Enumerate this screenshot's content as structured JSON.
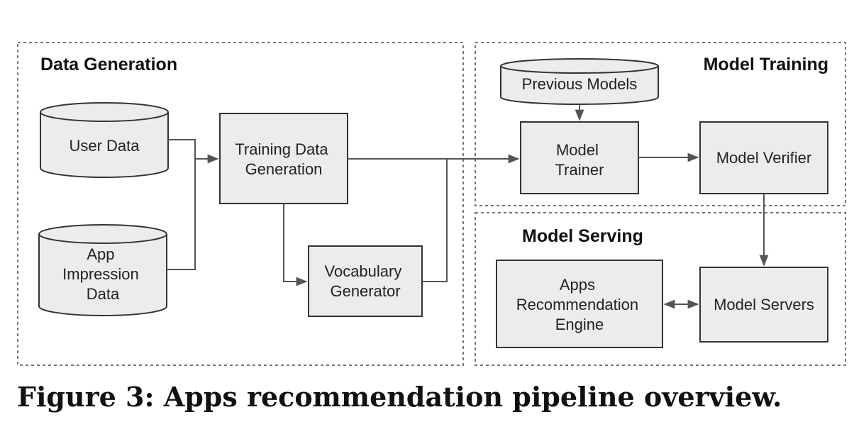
{
  "groups": {
    "data_generation": "Data Generation",
    "model_training": "Model Training",
    "model_serving": "Model Serving"
  },
  "nodes": {
    "user_data": [
      "User Data"
    ],
    "app_impression_data": [
      "App",
      "Impression",
      "Data"
    ],
    "training_data_generation": [
      "Training Data",
      "Generation"
    ],
    "vocabulary_generator": [
      "Vocabulary",
      "Generator"
    ],
    "previous_models": [
      "Previous Models"
    ],
    "model_trainer": [
      "Model",
      "Trainer"
    ],
    "model_verifier": [
      "Model Verifier"
    ],
    "apps_recommendation_engine": [
      "Apps",
      "Recommendation",
      "Engine"
    ],
    "model_servers": [
      "Model Servers"
    ]
  },
  "caption": "Figure 3:  Apps recommendation pipeline overview.",
  "colors": {
    "box_fill": "#ececec",
    "stroke": "#333333",
    "arrow": "#555555",
    "dash": "#777777"
  }
}
